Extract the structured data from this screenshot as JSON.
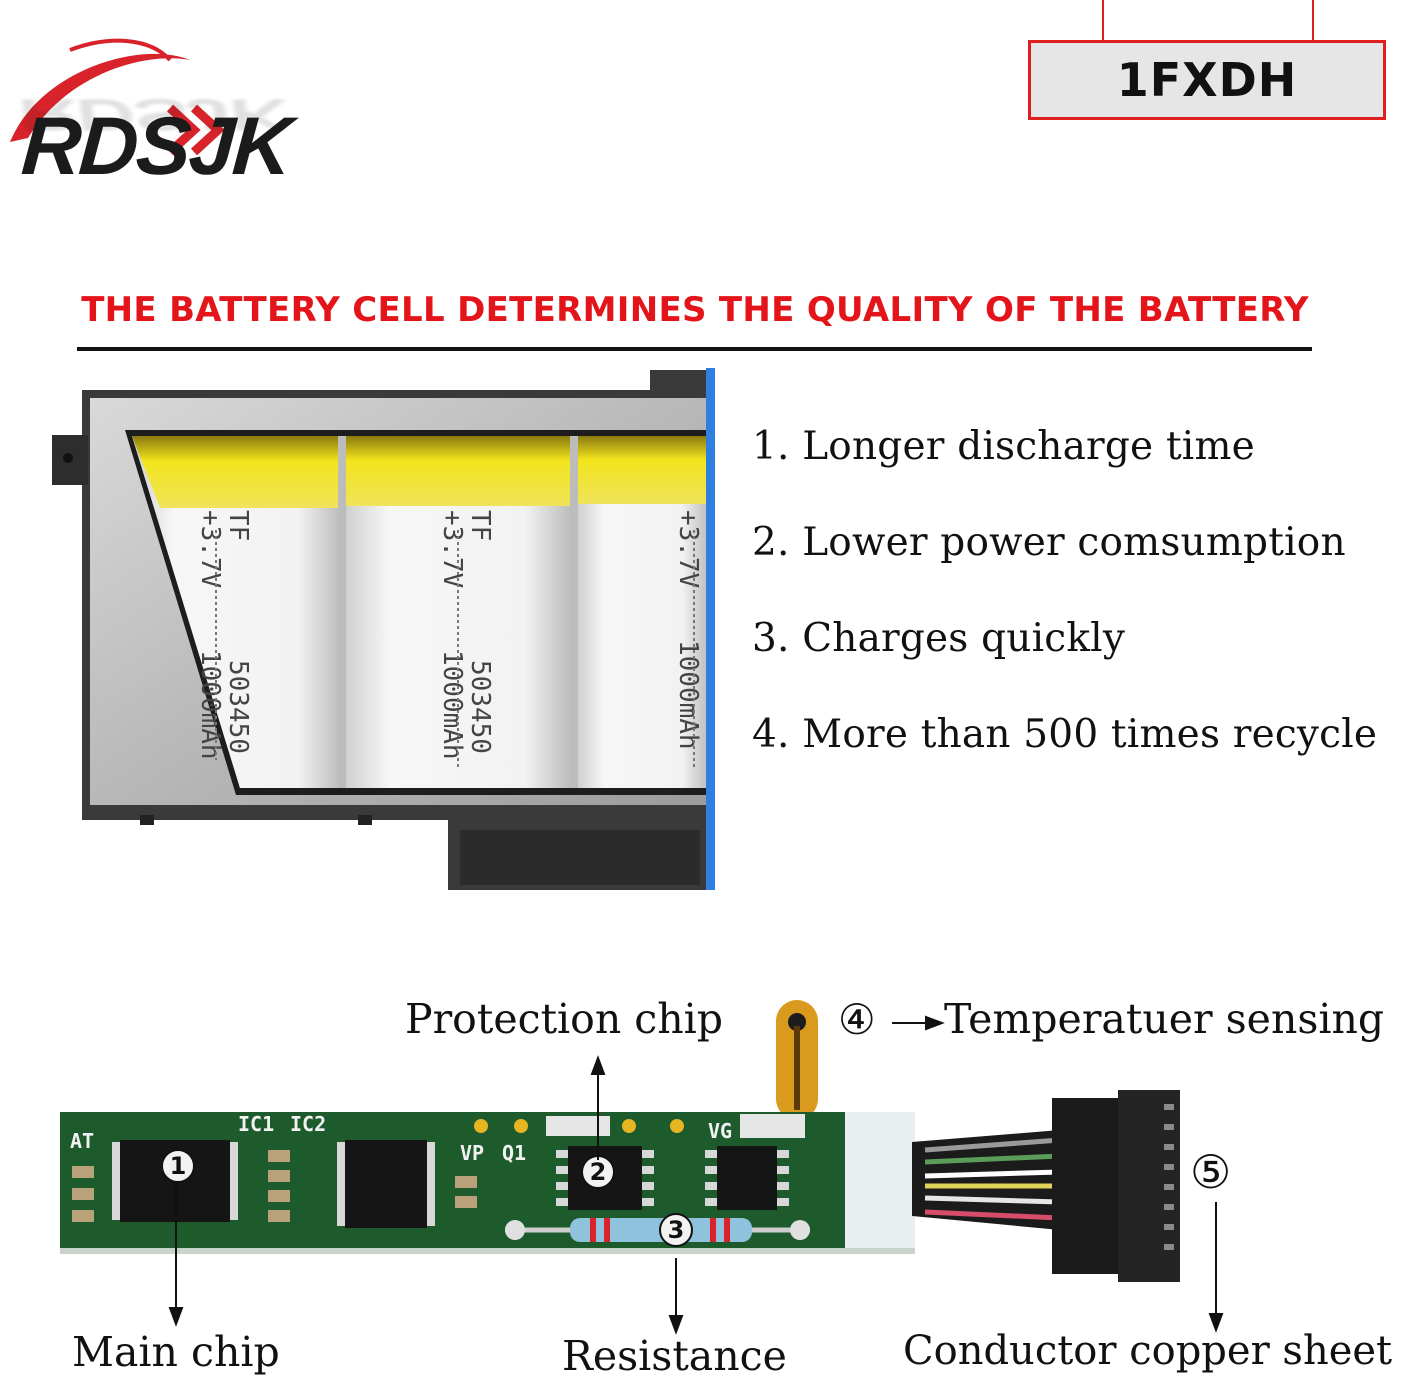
{
  "brand": {
    "logo_text": "RDSJK",
    "logo_colors": {
      "dark": "#1b1b1b",
      "accent": "#d8232a"
    }
  },
  "model_badge": "1FXDH",
  "headline": "THE BATTERY CELL DETERMINES THE QUALITY OF THE BATTERY",
  "features": [
    "1. Longer discharge time",
    "2. Lower power comsumption",
    "3. Charges quickly",
    "4. More than 500 times recycle"
  ],
  "battery_cells": [
    {
      "code": "TF",
      "voltage": "+3.7V",
      "capacity": "1000mAh",
      "model": "503450"
    },
    {
      "code": "TF",
      "voltage": "+3.7V",
      "capacity": "1000mAh",
      "model": "503450"
    },
    {
      "code": "",
      "voltage": "+3.7V",
      "capacity": "1000mAh",
      "model": ""
    }
  ],
  "pcb": {
    "silkscreen": [
      "AT",
      "IC1",
      "IC2",
      "VP",
      "Q1",
      "VG"
    ],
    "markers": [
      "1",
      "2",
      "3",
      "4",
      "5"
    ]
  },
  "callouts": {
    "protection_chip": "Protection chip",
    "temperature_marker": "④",
    "temperature": "Temperatuer sensing",
    "connector_marker": "⑤",
    "main_chip": "Main chip",
    "resistance": "Resistance",
    "conductor": "Conductor copper sheet"
  },
  "colors": {
    "headline": "#e4141b",
    "badge_border": "#e02020",
    "pcb_green": "#1e5b2c",
    "cell_yellow": "#f2e51c",
    "frame_blue": "#2f7fe0"
  }
}
